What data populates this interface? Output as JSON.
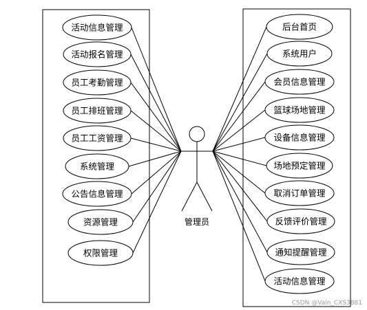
{
  "diagram": {
    "actor": {
      "label": "管理员"
    },
    "left_use_cases": [
      "活动信息管理",
      "活动报名管理",
      "员工考勤管理",
      "员工排班管理",
      "员工工资管理",
      "系统管理",
      "公告信息管理",
      "资源管理",
      "权限管理"
    ],
    "right_use_cases": [
      "后台首页",
      "系统用户",
      "会员信息管理",
      "篮球场地管理",
      "设备信息管理",
      "场地预定管理",
      "取消订单管理",
      "反馈评价管理",
      "通知提醒管理",
      "活动信息管理"
    ]
  },
  "watermark": "CSDN @Vain_CXS3881",
  "colors": {
    "stroke": "#000000",
    "background": "#ffffff",
    "watermark": "#9a9a9a"
  }
}
